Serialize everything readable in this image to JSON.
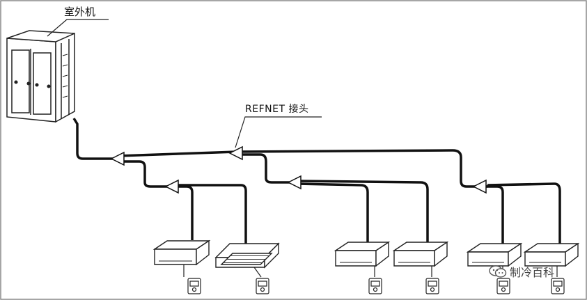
{
  "diagram": {
    "outdoor_unit_label": "室外机",
    "refnet_label": "REFNET 接头",
    "indoor_units": [
      {
        "type": "duct"
      },
      {
        "type": "cassette"
      },
      {
        "type": "duct"
      },
      {
        "type": "duct"
      },
      {
        "type": "duct"
      },
      {
        "type": "duct"
      }
    ],
    "remote_controllers": 6
  },
  "watermark": {
    "text": "制冷百科",
    "icon": "wechat-icon"
  },
  "colors": {
    "pipe": "#111111",
    "unit_fill": "#ffffff",
    "unit_stroke": "#222222",
    "border": "#888888"
  }
}
